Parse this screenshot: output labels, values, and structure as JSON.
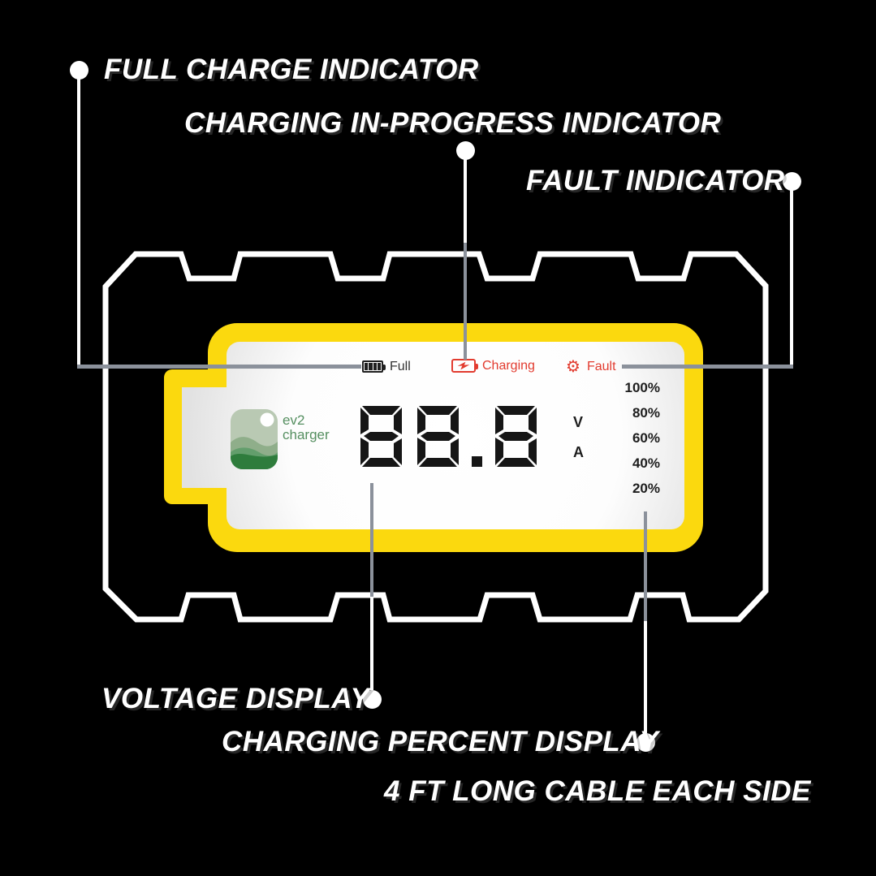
{
  "callouts": {
    "full_charge": {
      "label": "FULL CHARGE INDICATOR"
    },
    "charging": {
      "label": "CHARGING IN-PROGRESS INDICATOR"
    },
    "fault": {
      "label": "FAULT INDICATOR"
    },
    "voltage": {
      "label": "VOLTAGE DISPLAY"
    },
    "percent": {
      "label": "CHARGING PERCENT DISPLAY"
    },
    "cable": {
      "label": "4 FT LONG CABLE EACH SIDE"
    }
  },
  "display": {
    "status": {
      "full": "Full",
      "charging": "Charging",
      "fault": "Fault"
    },
    "value": "88.8",
    "units": {
      "volts": "V",
      "amps": "A"
    },
    "percent_scale": [
      "100%",
      "80%",
      "60%",
      "40%",
      "20%"
    ],
    "brand": {
      "line1": "ev2",
      "line2": "charger"
    }
  },
  "icons": {
    "full": "battery-full-icon",
    "charging": "battery-charging-icon",
    "fault": "fault-gear-icon",
    "gear_glyph": "⚙"
  },
  "colors": {
    "background": "#000000",
    "outline_white": "#ffffff",
    "bezel_yellow": "#fbd90e",
    "status_red": "#e23b2f",
    "text_dark": "#222222",
    "logo_green": "#558f60",
    "callout_gray": "#8b919b",
    "segment_black": "#161616"
  }
}
